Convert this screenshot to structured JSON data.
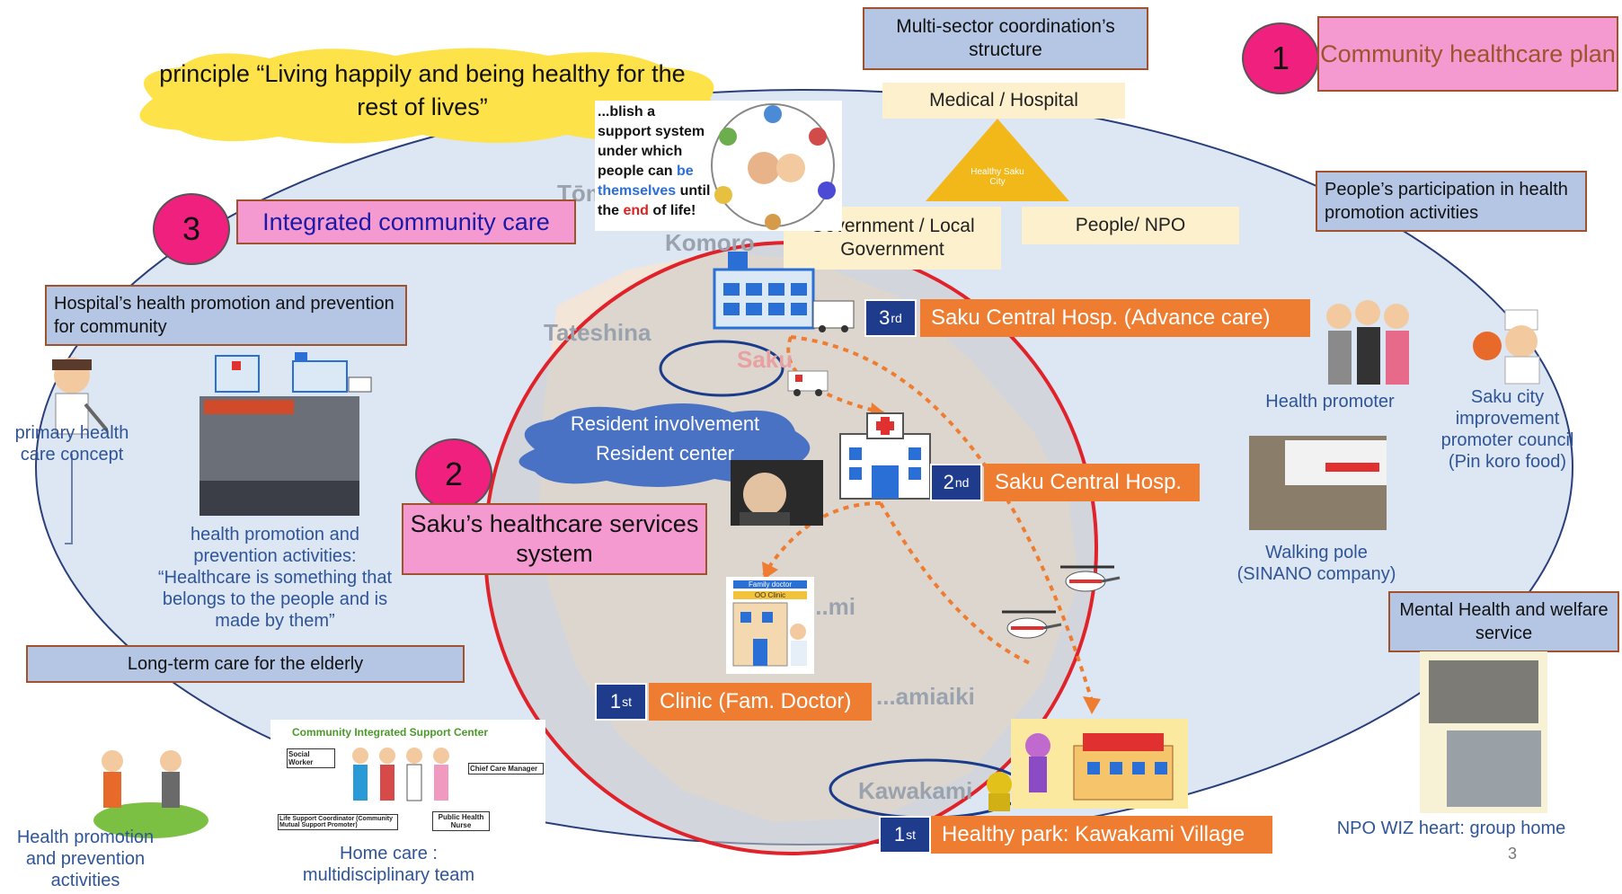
{
  "principle": "principle “Living happily and being healthy for the rest of lives”",
  "multi_sector": {
    "title": "Multi-sector coordination’s structure",
    "medical": "Medical / Hospital",
    "triangle_label": "Healthy Saku City",
    "government": "Government / Local Government",
    "people": "People/ NPO"
  },
  "plans": [
    {
      "number": "1",
      "label": "Community healthcare plan"
    },
    {
      "number": "2",
      "label": "Saku’s healthcare services system"
    },
    {
      "number": "3",
      "label": "Integrated community care"
    }
  ],
  "support_system": {
    "text_line1": "...blish a",
    "text_line2": "support system",
    "text_line3": "under which",
    "text_line4": "people can",
    "text_be": "be",
    "text_themselves": "themselves",
    "text_until": "until",
    "text_the": "the",
    "text_end": "end",
    "text_oflife": "of life!"
  },
  "map_names": [
    "Tōmi",
    "Komoro",
    "Tateshina",
    "Saku",
    "...mi",
    "...amiaiki",
    "Kawakami"
  ],
  "resident_cloud": {
    "line1": "Resident involvement",
    "line2": "Resident center"
  },
  "care_levels": [
    {
      "level": "3",
      "suffix": "rd",
      "label": "Saku Central Hosp. (Advance care)"
    },
    {
      "level": "2",
      "suffix": "nd",
      "label": "Saku Central Hosp."
    },
    {
      "level": "1",
      "suffix": "st",
      "label": "Clinic (Fam. Doctor)"
    },
    {
      "level": "1",
      "suffix": "st",
      "label": "Healthy park: Kawakami Village"
    }
  ],
  "left": {
    "hospital_promo": "Hospital’s health promotion and prevention for community",
    "primary_care": "primary health care concept",
    "activities_caption": "health promotion and prevention activities: “Healthcare is something that belongs to the people and is made by them”",
    "long_term": "Long-term care for the elderly",
    "health_promo_activities": "Health promotion and prevention activities",
    "home_care": "Home care : multidisciplinary team",
    "csc_title": "Community Integrated Support Center",
    "csc_roles": [
      "Social Worker",
      "Chief Care Manager",
      "Life Support Coordinator (Community Mutual Support Promoter)",
      "Public Health Nurse"
    ],
    "family_doctor_sign": "Family doctor",
    "clinic_sign": "OO Clinic"
  },
  "right": {
    "participation": "People’s participation in health promotion activities",
    "health_promoter": "Health promoter",
    "council": "Saku city improvement promoter council (Pin koro food)",
    "walking_pole": "Walking pole (SINANO company)",
    "mental_health": "Mental Health and welfare service",
    "npo": "NPO WIZ heart: group home"
  },
  "page_number": "3",
  "colors": {
    "pink": "#f59ad0",
    "magenta": "#f0207f",
    "blue_box": "#b4c6e4",
    "orange": "#ef7d31",
    "navy": "#1f3b8c",
    "cream": "#fdf1cd",
    "cloud_blue": "#4a72c4",
    "red_circle": "#e0222a"
  }
}
